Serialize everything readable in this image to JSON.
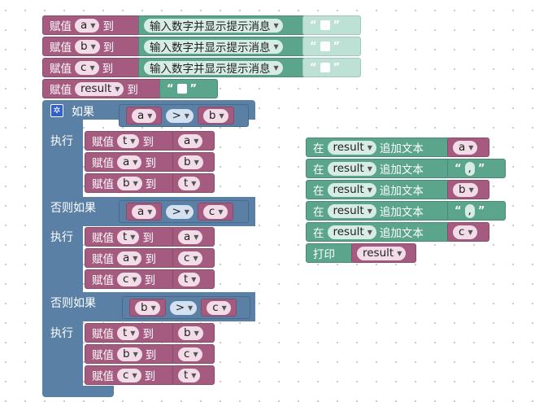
{
  "labels": {
    "assign": "赋值",
    "to": "到",
    "if": "如果",
    "else_if": "否则如果",
    "do": "执行",
    "in": "在",
    "append_text": "追加文本",
    "print": "打印",
    "prompt_num": "输入数字并显示提示消息",
    "gt": ">",
    "open_quote": "“",
    "close_quote": "”",
    "comma": ","
  },
  "vars": {
    "a": "a",
    "b": "b",
    "c": "c",
    "t": "t",
    "result": "result"
  }
}
